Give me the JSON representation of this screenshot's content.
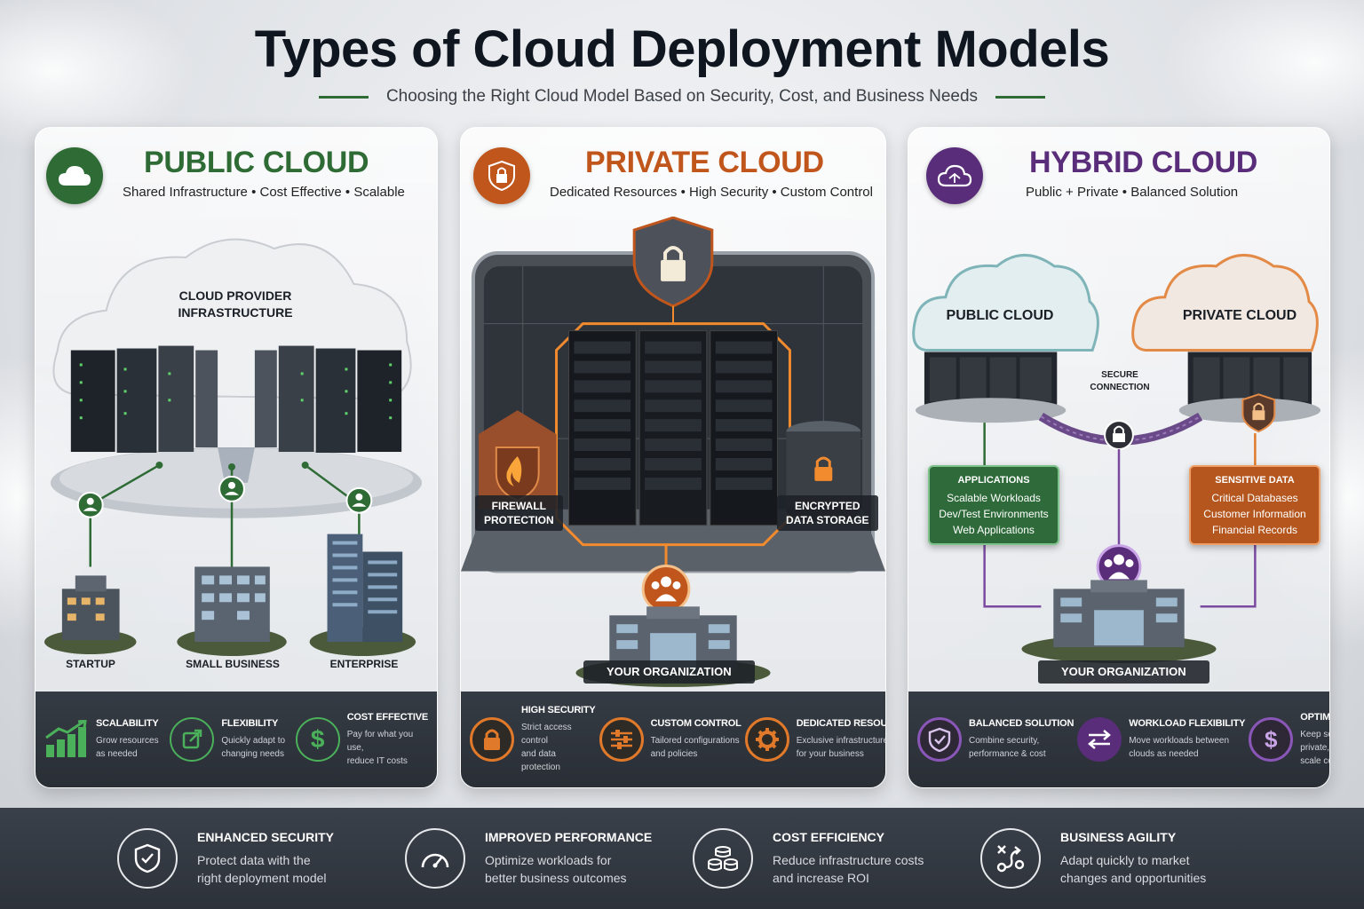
{
  "title": "Types of Cloud Deployment Models",
  "subtitle": "Choosing the Right Cloud Model Based on Security, Cost, and Business Needs",
  "colors": {
    "public": "#2e6b35",
    "private": "#c0561c",
    "hybrid": "#5a2d7a"
  },
  "public": {
    "title": "PUBLIC CLOUD",
    "tagline": "Shared Infrastructure  •  Cost Effective  •  Scalable",
    "icon": "cloud-icon",
    "infra_label": "CLOUD PROVIDER\nINFRASTRUCTURE",
    "buildings": [
      "STARTUP",
      "SMALL BUSINESS",
      "ENTERPRISE"
    ],
    "features": [
      {
        "title": "SCALABILITY",
        "desc": "Grow resources\nas needed",
        "icon": "growth-chart-icon"
      },
      {
        "title": "FLEXIBILITY",
        "desc": "Quickly adapt to\nchanging needs",
        "icon": "flexibility-icon"
      },
      {
        "title": "COST EFFECTIVE",
        "desc": "Pay for what you use,\nreduce IT costs",
        "icon": "dollar-icon"
      }
    ]
  },
  "private": {
    "title": "PRIVATE CLOUD",
    "tagline": "Dedicated Resources  •  High Security  •  Custom Control",
    "icon": "lock-icon",
    "firewall_label": "FIREWALL\nPROTECTION",
    "storage_label": "ENCRYPTED\nDATA STORAGE",
    "org_label": "YOUR ORGANIZATION",
    "features": [
      {
        "title": "HIGH SECURITY",
        "desc": "Strict access control\nand data protection",
        "icon": "lock-icon"
      },
      {
        "title": "CUSTOM CONTROL",
        "desc": "Tailored configurations\nand policies",
        "icon": "sliders-icon"
      },
      {
        "title": "DEDICATED RESOURCES",
        "desc": "Exclusive infrastructure\nfor your business",
        "icon": "gear-icon"
      }
    ]
  },
  "hybrid": {
    "title": "HYBRID CLOUD",
    "tagline": "Public + Private  •  Balanced Solution",
    "icon": "hybrid-cloud-icon",
    "public_label": "PUBLIC CLOUD",
    "private_label": "PRIVATE CLOUD",
    "secure_label": "SECURE\nCONNECTION",
    "applications": {
      "title": "APPLICATIONS",
      "lines": [
        "Scalable Workloads",
        "Dev/Test Environments",
        "Web Applications"
      ]
    },
    "sensitive": {
      "title": "SENSITIVE DATA",
      "lines": [
        "Critical Databases",
        "Customer Information",
        "Financial Records"
      ]
    },
    "org_label": "YOUR ORGANIZATION",
    "features": [
      {
        "title": "BALANCED SOLUTION",
        "desc": "Combine security,\nperformance & cost",
        "icon": "shield-check-icon"
      },
      {
        "title": "WORKLOAD FLEXIBILITY",
        "desc": "Move workloads between\nclouds as needed",
        "icon": "swap-arrows-icon"
      },
      {
        "title": "OPTIMIZED COSTS",
        "desc": "Keep sensitive data private,\nscale cost-effectively",
        "icon": "dollar-icon"
      }
    ]
  },
  "benefits": [
    {
      "title": "ENHANCED SECURITY",
      "desc": "Protect data with the\nright deployment model",
      "icon": "shield-check-icon"
    },
    {
      "title": "IMPROVED PERFORMANCE",
      "desc": "Optimize workloads for\nbetter business outcomes",
      "icon": "speedometer-icon"
    },
    {
      "title": "COST EFFICIENCY",
      "desc": "Reduce infrastructure costs\nand increase ROI",
      "icon": "coins-icon"
    },
    {
      "title": "BUSINESS AGILITY",
      "desc": "Adapt quickly to market\nchanges and opportunities",
      "icon": "strategy-icon"
    }
  ]
}
